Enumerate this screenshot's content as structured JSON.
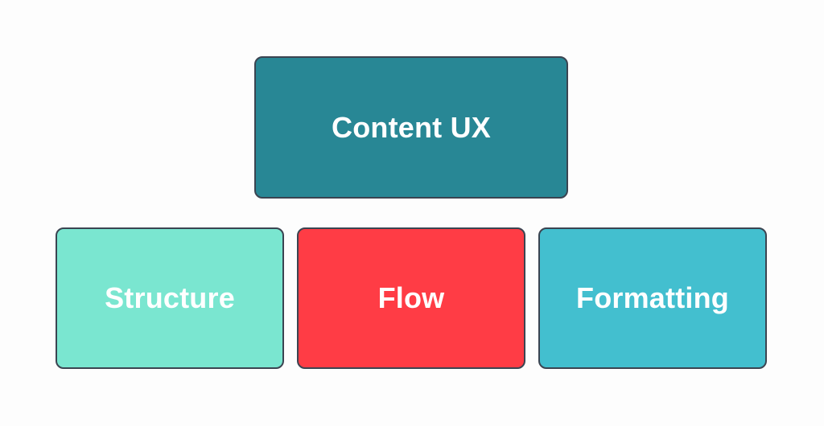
{
  "diagram": {
    "root": {
      "label": "Content UX",
      "color": "#288795"
    },
    "children": [
      {
        "label": "Structure",
        "color": "#7ae6d0"
      },
      {
        "label": "Flow",
        "color": "#ff3c45"
      },
      {
        "label": "Formatting",
        "color": "#43bfcf"
      }
    ]
  }
}
